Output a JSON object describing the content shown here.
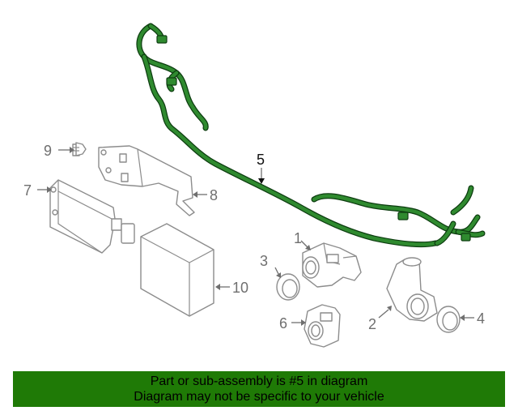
{
  "callouts": {
    "c1": "1",
    "c2": "2",
    "c3": "3",
    "c4": "4",
    "c5": "5",
    "c6": "6",
    "c7": "7",
    "c8": "8",
    "c9": "9",
    "c10": "10"
  },
  "banner": {
    "line1": "Part or sub-assembly is #5 in diagram",
    "line2": "Diagram may not be specific to your vehicle"
  },
  "colors": {
    "harness": "#2f8a2f",
    "banner_background": "#1f7a06",
    "part_outline": "#8c8c8c"
  }
}
